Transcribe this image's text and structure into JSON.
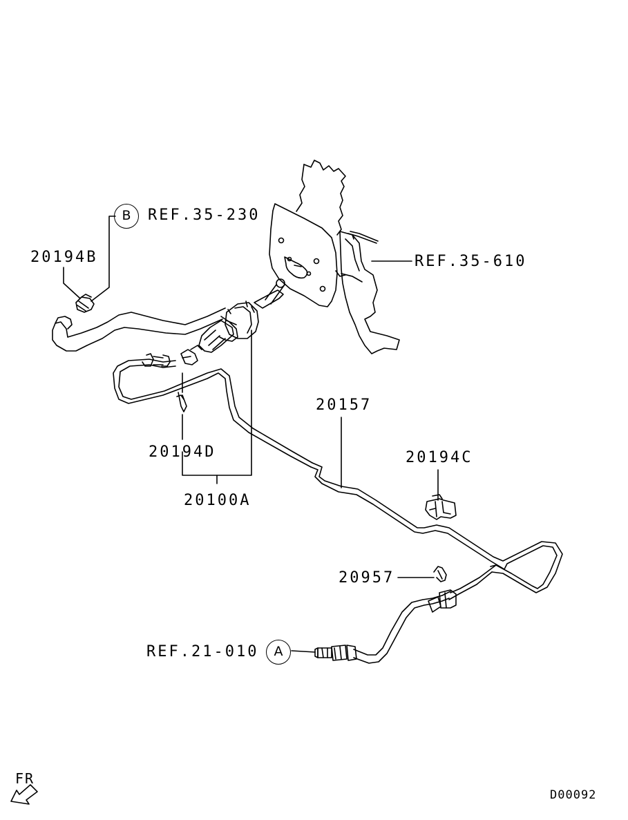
{
  "callouts": {
    "b_marker": "B",
    "a_marker": "A",
    "ref_35_230": "REF.35-230",
    "ref_35_610": "REF.35-610",
    "ref_21_010": "REF.21-010",
    "p_20194B": "20194B",
    "p_20194D": "20194D",
    "p_20100A": "20100A",
    "p_20157": "20157",
    "p_20194C": "20194C",
    "p_20957": "20957"
  },
  "corner": {
    "fr_label": "FR",
    "diagram_code": "D00092"
  }
}
